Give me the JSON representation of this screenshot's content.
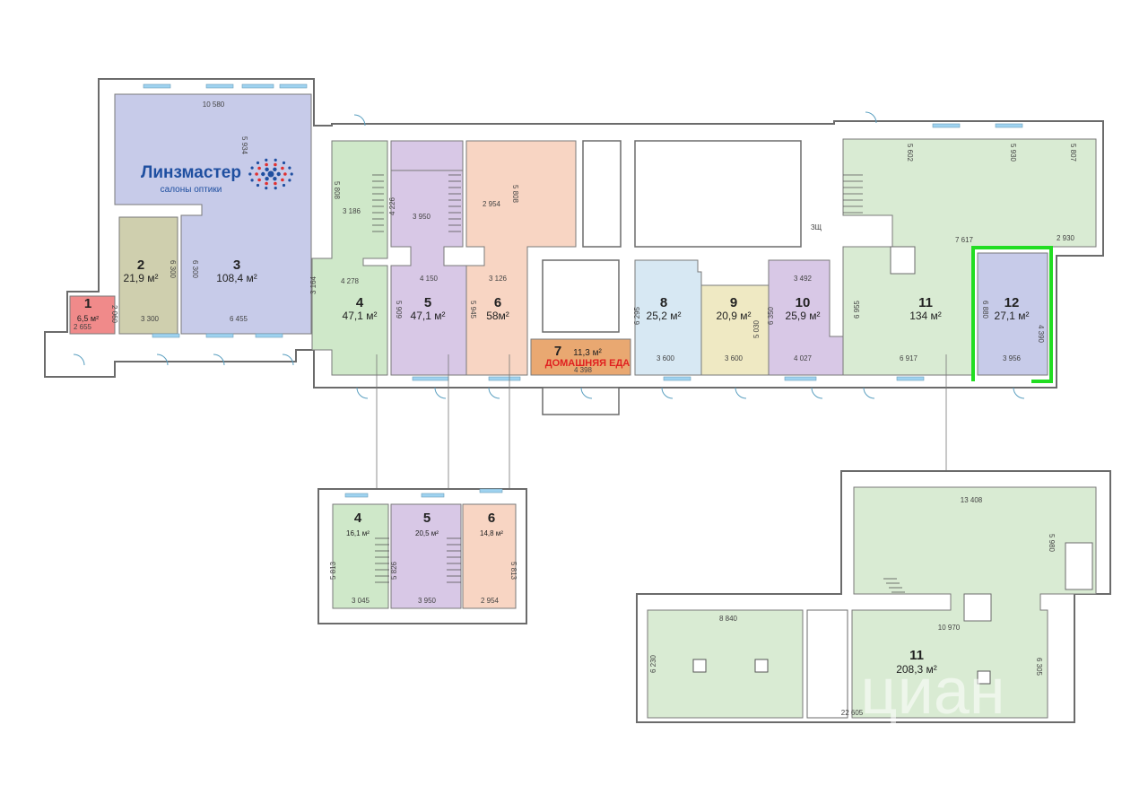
{
  "brand": {
    "name": "Линзмастер",
    "tagline": "салоны оптики",
    "color": "#1f4fa0",
    "icon": "eye-dots-logo-icon"
  },
  "food_sign": "ДОМАШНЯЯ ЕДА",
  "watermark": "циан",
  "highlight_color": "#22dd22",
  "colors": {
    "red": "#f08a8a",
    "olive": "#cfcfae",
    "blue": "#c7cbe9",
    "green": "#cfe8c9",
    "purple": "#d8c8e6",
    "peach": "#f8d5c3",
    "lightblue": "#d7e8f3",
    "yellow": "#efe9c3",
    "orange": "#e9a871",
    "lightgreen": "#d9ebd3"
  },
  "rooms": {
    "r1": {
      "num": "1",
      "area": "6,5 м²"
    },
    "r2": {
      "num": "2",
      "area": "21,9 м²"
    },
    "r3": {
      "num": "3",
      "area": "108,4 м²"
    },
    "r4": {
      "num": "4",
      "area": "47,1 м²"
    },
    "r5": {
      "num": "5",
      "area": "47,1 м²"
    },
    "r6": {
      "num": "6",
      "area": "58м²"
    },
    "r7": {
      "num": "7",
      "area": "11,3 м²"
    },
    "r8": {
      "num": "8",
      "area": "25,2 м²"
    },
    "r9": {
      "num": "9",
      "area": "20,9 м²"
    },
    "r10": {
      "num": "10",
      "area": "25,9 м²"
    },
    "r11": {
      "num": "11",
      "area": "134 м²"
    },
    "r12": {
      "num": "12",
      "area": "27,1 м²"
    },
    "b4": {
      "num": "4",
      "area": "16,1 м²"
    },
    "b5": {
      "num": "5",
      "area": "20,5 м²"
    },
    "b6": {
      "num": "6",
      "area": "14,8 м²"
    },
    "b11": {
      "num": "11",
      "area": "208,3 м²"
    }
  },
  "dims": {
    "d10580": "10 580",
    "d5934": "5 934",
    "d6300a": "6 300",
    "d6300b": "6 300",
    "d3300": "3 300",
    "d6455": "6 455",
    "d2655": "2 655",
    "d2060": "2 060",
    "d5808a": "5 808",
    "d3186": "3 186",
    "d4278": "4 278",
    "d3164": "3 164",
    "d4226": "4 226",
    "d3950": "3 950",
    "d4150": "4 150",
    "d5909": "5 909",
    "d2954": "2 954",
    "d5808b": "5 808",
    "d3126": "3 126",
    "d5945": "5 945",
    "d4398": "4 398",
    "d6295": "6 295",
    "d3600a": "3 600",
    "d3600b": "3 600",
    "d5030": "5 030",
    "d3492": "3 492",
    "d6350": "6 350",
    "d4027": "4 027",
    "d5602": "5 602",
    "d5930": "5 930",
    "d5807": "5 807",
    "d7617": "7 617",
    "d2930": "2 930",
    "d6955": "6 955",
    "d6917": "6 917",
    "d6880": "6 880",
    "d4390": "4 390",
    "d3956": "3 956",
    "dsh": "ЗЩ",
    "d5813a": "5 813",
    "d3045": "3 045",
    "d5826": "5 826",
    "d3950b": "3 950",
    "d5813b": "5 813",
    "d2954b": "2 954",
    "d13408": "13 408",
    "d5980": "5 980",
    "d8840": "8 840",
    "d10970": "10 970",
    "d6230": "6 230",
    "d6305": "6 305",
    "d22605": "22 605"
  }
}
